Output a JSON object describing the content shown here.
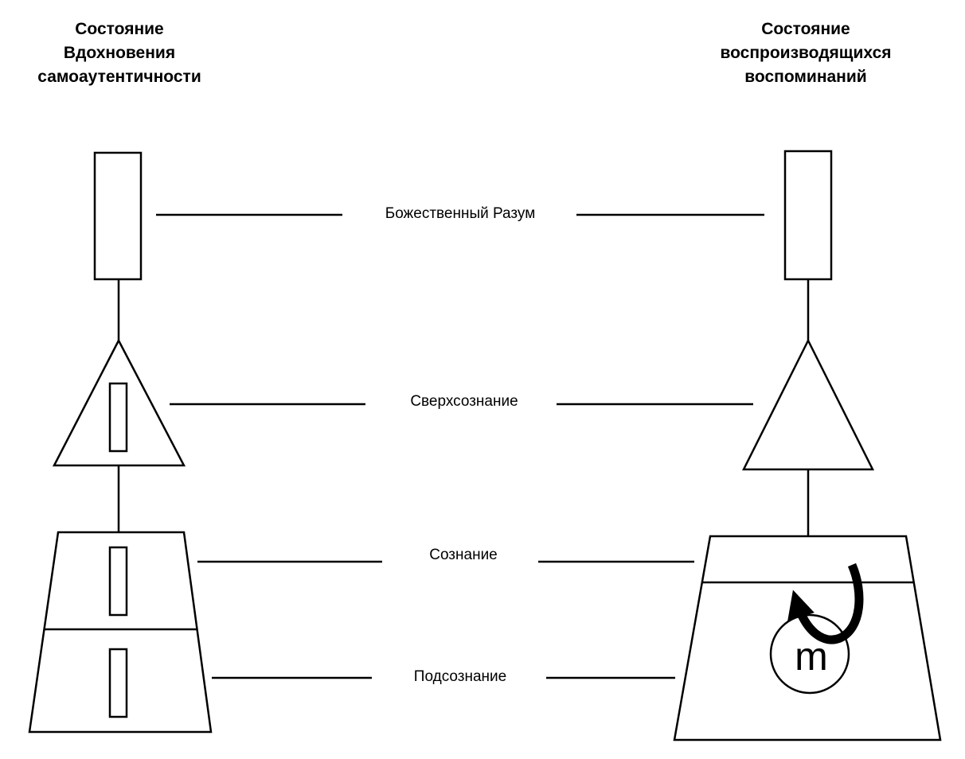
{
  "columns": {
    "left": {
      "title_lines": [
        "Состояние",
        "Вдохновения",
        "самоаутентичности"
      ]
    },
    "right": {
      "title_lines": [
        "Состояние",
        "воспроизводящихся",
        "воспоминаний"
      ]
    }
  },
  "levels": [
    {
      "id": "divine-mind",
      "label": "Божественный Разум"
    },
    {
      "id": "superconscious",
      "label": "Сверхсознание"
    },
    {
      "id": "conscious",
      "label": "Сознание"
    },
    {
      "id": "subconscious",
      "label": "Подсознание"
    }
  ],
  "memory_symbol": {
    "letter": "m",
    "icon": "circular-arrow-icon"
  },
  "colors": {
    "stroke": "#000000",
    "background": "#ffffff"
  }
}
